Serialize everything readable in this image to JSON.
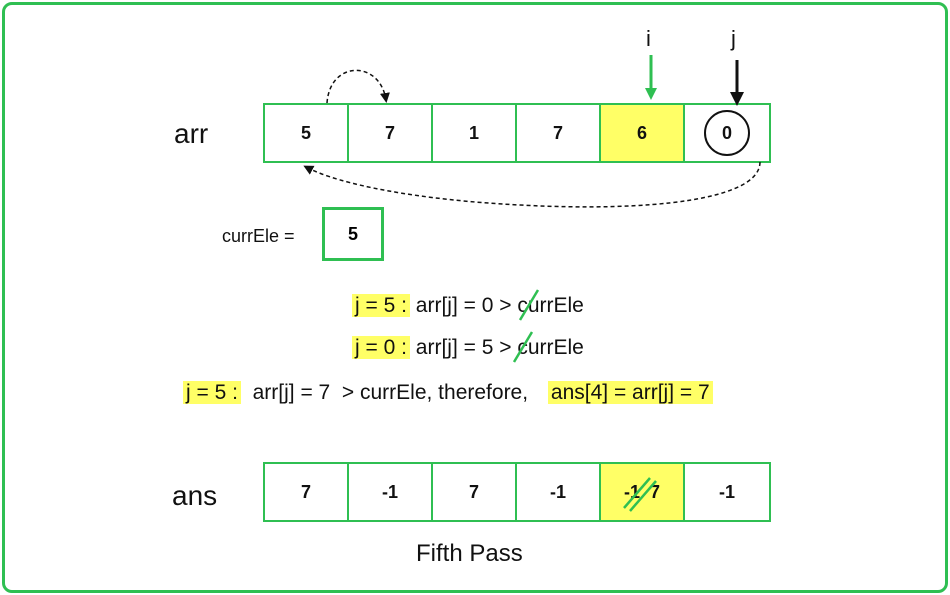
{
  "arr": {
    "label": "arr",
    "cells": [
      "5",
      "7",
      "1",
      "7",
      "6",
      "0"
    ],
    "pointer_i": "i",
    "pointer_j": "j"
  },
  "curr": {
    "label": "currEle =",
    "value": "5"
  },
  "steps": [
    {
      "prefix": "j = 5 :",
      "text": " arr[j] = 0 ",
      "op": ">",
      "rest": " currEle"
    },
    {
      "prefix": "j = 0 :",
      "text": " arr[j] = 5 ",
      "op": ">",
      "rest": " currEle"
    },
    {
      "prefix": "j = 5 :",
      "text": "  arr[j] = 7  > currEle, therefore, ",
      "result": "ans[4] = arr[j] = 7"
    }
  ],
  "ans": {
    "label": "ans",
    "cells": [
      "7",
      "-1",
      "7",
      "-1",
      "-1",
      "-1"
    ],
    "new_value": "7"
  },
  "caption": "Fifth Pass",
  "colors": {
    "border": "#2fbf52",
    "highlight": "#ffff66"
  }
}
